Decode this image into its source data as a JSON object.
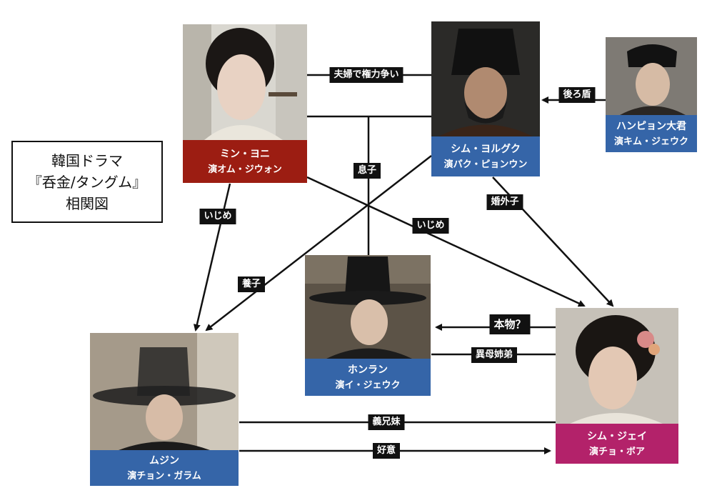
{
  "title": {
    "line1": "韓国ドラマ",
    "line2": "『呑金/タングム』",
    "line3": "相関図"
  },
  "characters": {
    "min_yoni": {
      "role": "ミン・ヨニ",
      "actor": "演オム・ジウォン"
    },
    "sim_yeolguk": {
      "role": "シム・ヨルグク",
      "actor": "演パク・ピョンウン"
    },
    "hanpyeong": {
      "role": "ハンピョン大君",
      "actor": "演キム・ジェウク"
    },
    "honran": {
      "role": "ホンラン",
      "actor": "演イ・ジェウク"
    },
    "mujin": {
      "role": "ムジン",
      "actor": "演チョン・ガラム"
    },
    "sim_jei": {
      "role": "シム・ジェイ",
      "actor": "演チョ・ボア"
    }
  },
  "relations": {
    "couple": "夫婦で権力争い",
    "backer": "後ろ盾",
    "son": "息子",
    "bullying_left": "いじめ",
    "bullying_right": "いじめ",
    "adopted": "養子",
    "illegitimate": "婚外子",
    "real": "本物？",
    "half_siblings": "異母姉弟",
    "step_siblings": "義兄妹",
    "affection": "好意"
  },
  "colors": {
    "blue_label": "#3565a8",
    "red_label": "#9c1d12",
    "magenta_label": "#b3226a",
    "tag_bg": "#111111",
    "line": "#111111"
  }
}
